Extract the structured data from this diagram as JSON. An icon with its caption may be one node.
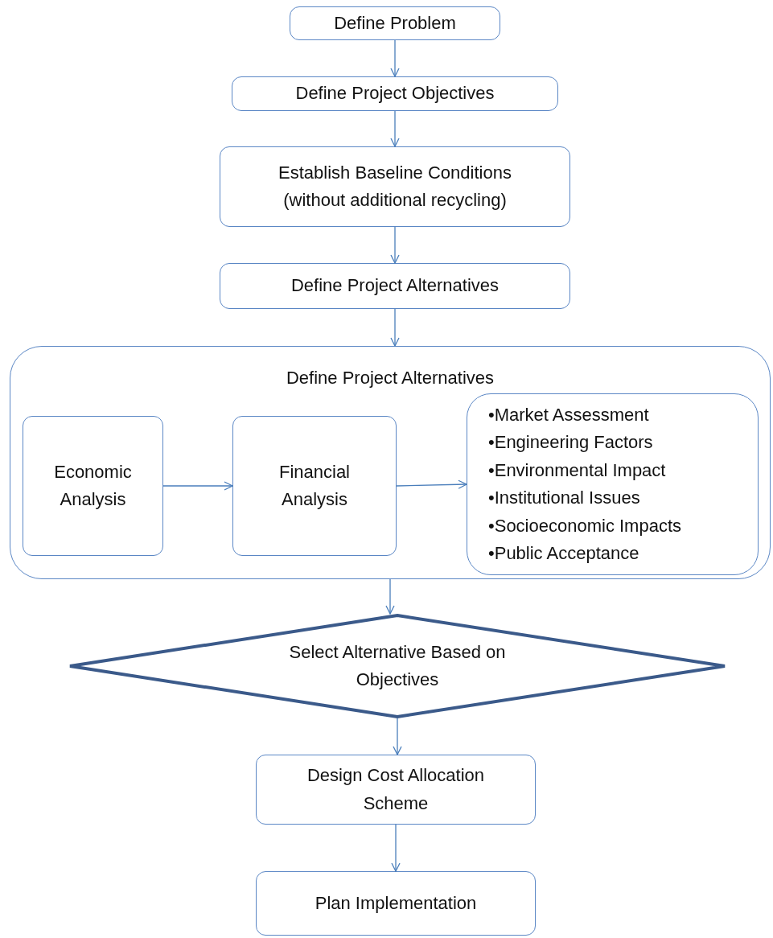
{
  "diagram": {
    "nodes": [
      {
        "text": [
          "Define Problem"
        ]
      },
      {
        "text": [
          "Define Project Objectives"
        ]
      },
      {
        "text": [
          "Establish Baseline Conditions (without additional recycling)"
        ]
      },
      {
        "text": [
          "Define Project Alternatives"
        ]
      },
      {
        "text": [
          "Define Project Alternatives"
        ]
      },
      {
        "text": [
          "Economic Analysis"
        ],
        "in": 4
      },
      {
        "text": [
          "Financial Analysis"
        ],
        "in": 4
      },
      {
        "text": [
          "•Market Assessment",
          "•Engineering Factors",
          "•Environmental Impact",
          "•Institutional Issues",
          "•Socioeconomic Impacts",
          "•Public Acceptance"
        ],
        "in": 4
      },
      {
        "text": [
          "Select Alternative Based on Objectives"
        ]
      },
      {
        "text": [
          "Design Cost Allocation Scheme"
        ]
      },
      {
        "text": [
          "Plan Implementation"
        ]
      }
    ],
    "edges": [
      {
        "from": 0,
        "to": 1,
        "arrow": "to"
      },
      {
        "from": 1,
        "to": 2,
        "arrow": "to"
      },
      {
        "from": 2,
        "to": 3,
        "arrow": "to"
      },
      {
        "from": 3,
        "to": 4,
        "arrow": "to"
      },
      {
        "from": 5,
        "to": 6,
        "arrow": "to"
      },
      {
        "from": 6,
        "to": 7,
        "arrow": "to"
      },
      {
        "from": 4,
        "to": 8,
        "arrow": "to"
      },
      {
        "from": 8,
        "to": 9,
        "arrow": "to"
      },
      {
        "from": 9,
        "to": 10,
        "arrow": "to"
      }
    ]
  }
}
